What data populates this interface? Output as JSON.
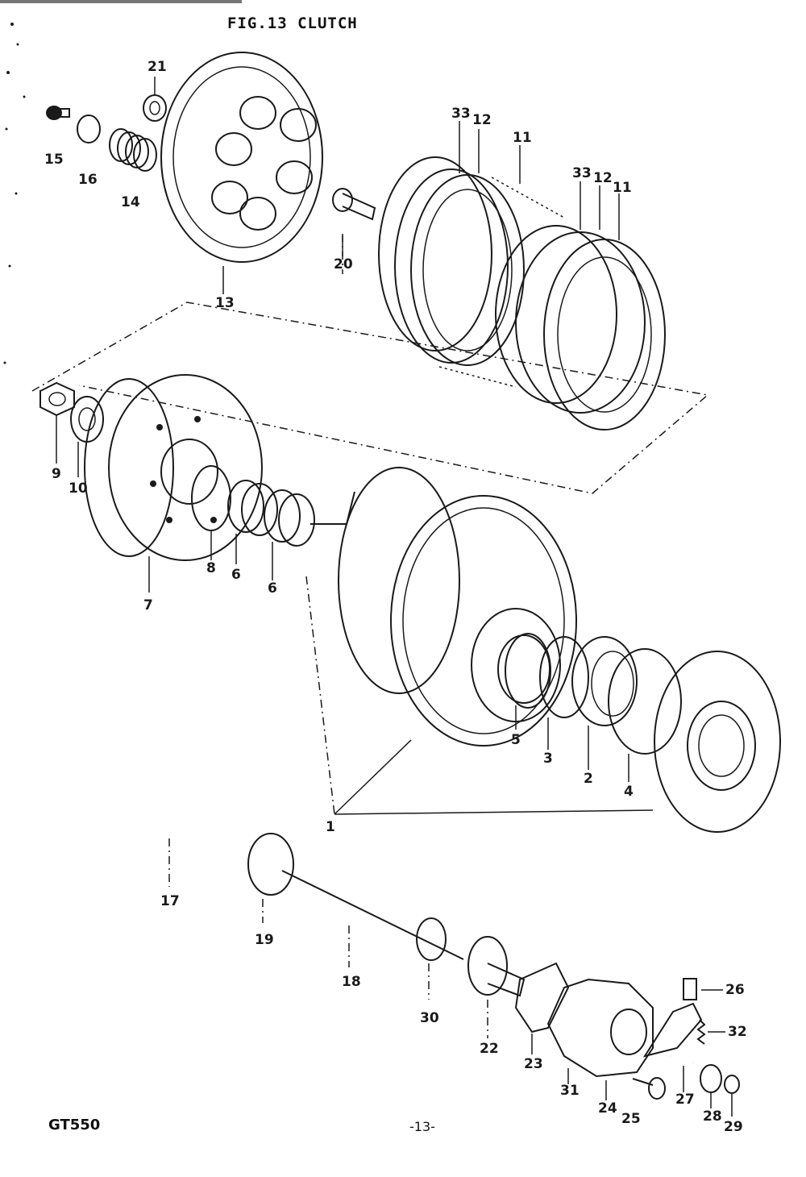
{
  "title": "FIG.13  CLUTCH",
  "model": "GT550",
  "page_number": "-13-",
  "callouts": [
    "21",
    "15",
    "16",
    "14",
    "13",
    "20",
    "33",
    "12",
    "11",
    "33",
    "12",
    "11",
    "9",
    "10",
    "7",
    "8",
    "6",
    "6",
    "5",
    "3",
    "2",
    "4",
    "1",
    "17",
    "19",
    "18",
    "30",
    "22",
    "23",
    "31",
    "24",
    "25",
    "27",
    "28",
    "29",
    "26",
    "32"
  ]
}
